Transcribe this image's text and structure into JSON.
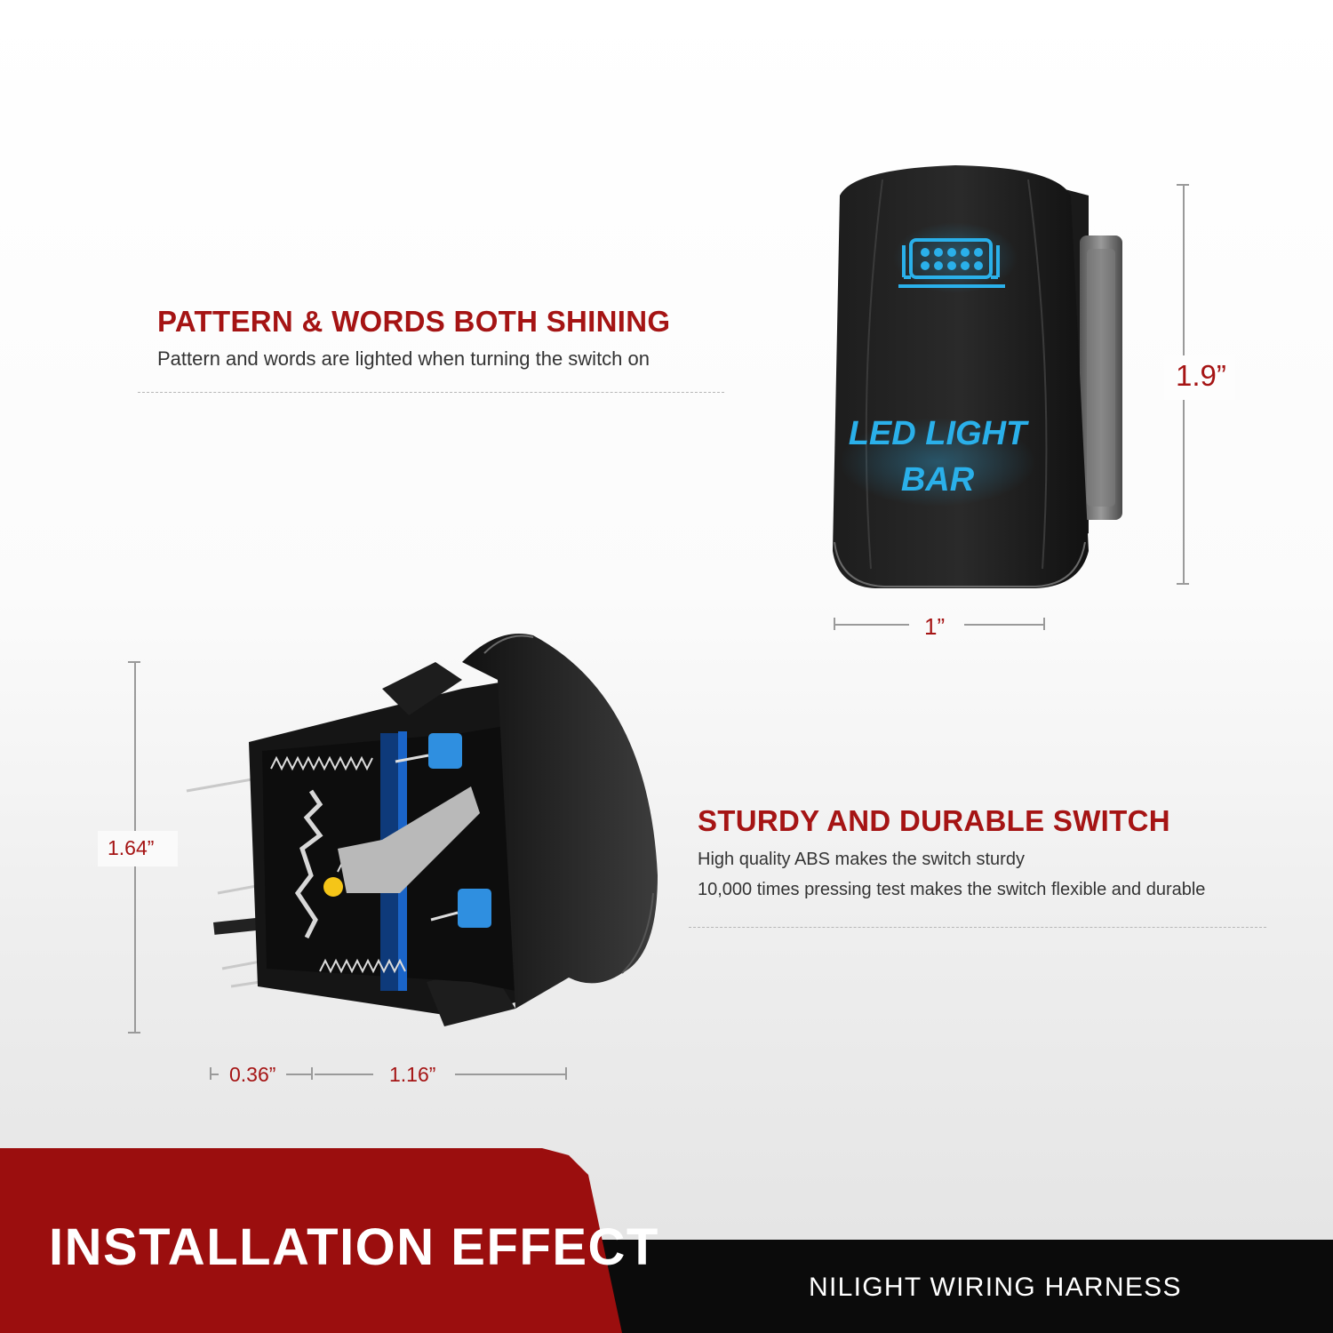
{
  "feature1": {
    "title": "PATTERN & WORDS BOTH SHINING",
    "desc": "Pattern and words are lighted when turning the switch on"
  },
  "feature2": {
    "title": "STURDY AND DURABLE SWITCH",
    "desc_lines": [
      "High quality ABS makes the switch sturdy",
      "10,000 times pressing test makes the switch flexible and durable"
    ]
  },
  "switch_front": {
    "label_line1": "LED LIGHT",
    "label_line2": "BAR",
    "icon": "led-light-bar-icon",
    "glow_color": "#1fa3d6"
  },
  "dimensions": {
    "height_front": "1.9”",
    "width_front": "1”",
    "height_side": "1.64”",
    "depth_back": "0.36”",
    "depth_front": "1.16”"
  },
  "footer": {
    "title": "INSTALLATION EFFECT",
    "subtitle": "NILIGHT WIRING HARNESS"
  },
  "colors": {
    "accent_red": "#a51414",
    "banner_red": "#9b0e0e",
    "banner_black": "#0b0b0b",
    "spring_blue": "#1a64c8"
  }
}
